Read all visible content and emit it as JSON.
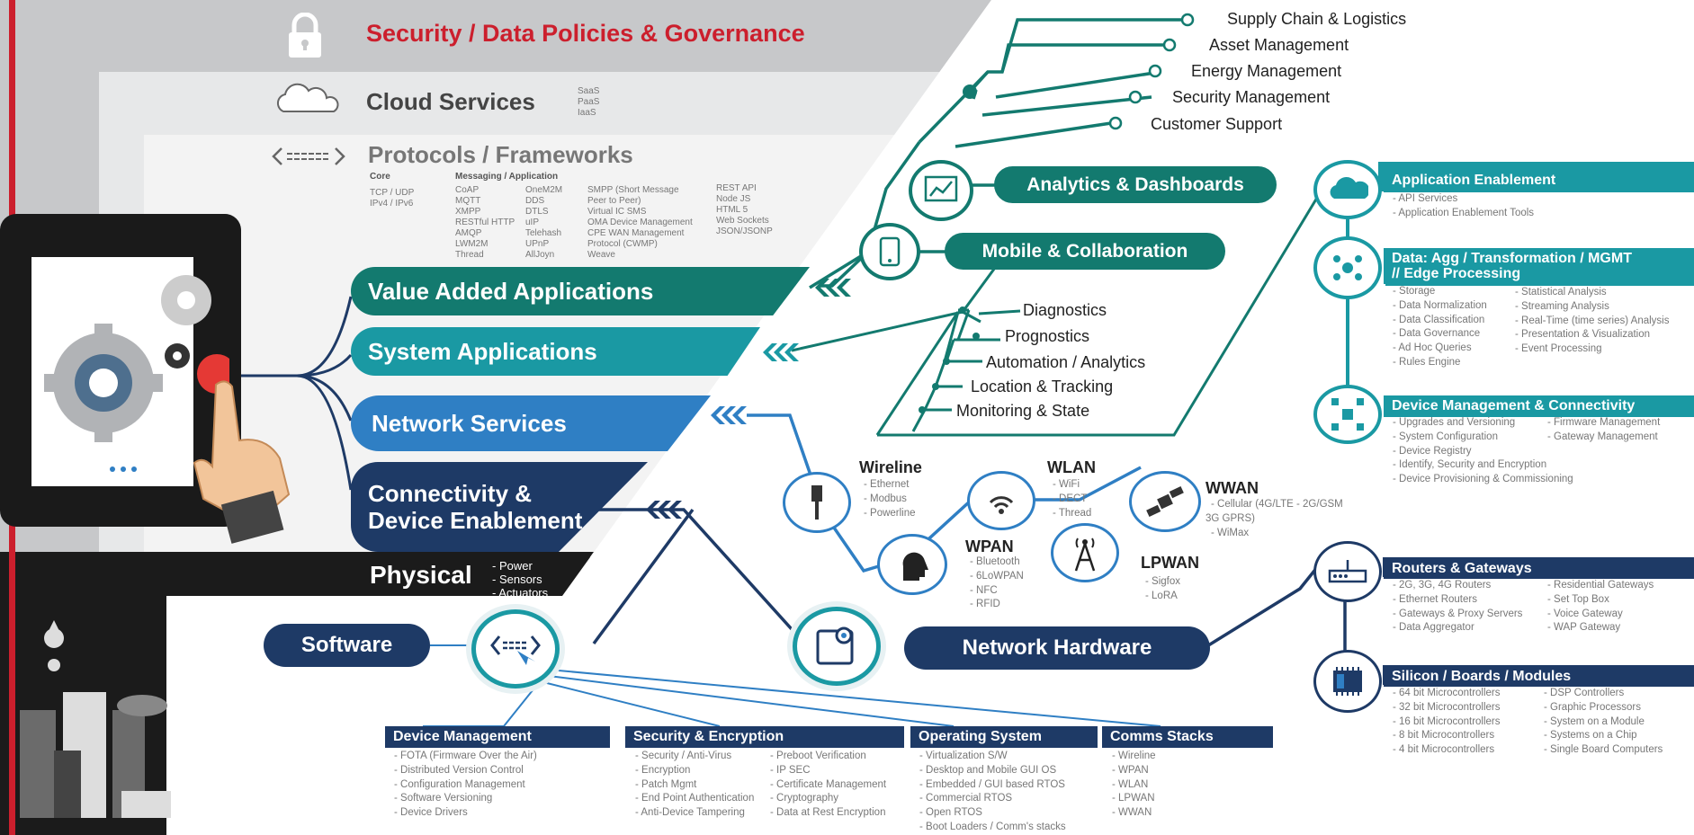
{
  "stack": {
    "security": "Security / Data Policies & Governance",
    "cloud": "Cloud Services",
    "cloud_sub": [
      "SaaS",
      "PaaS",
      "IaaS"
    ],
    "protocols": "Protocols / Frameworks",
    "core_label": "Core",
    "core_items": [
      "TCP / UDP",
      "IPv4 / IPv6"
    ],
    "messaging_label": "Messaging / Application",
    "msg_col1": [
      "CoAP",
      "MQTT",
      "XMPP",
      "RESTful HTTP",
      "AMQP",
      "LWM2M",
      "Thread"
    ],
    "msg_col2": [
      "OneM2M",
      "DDS",
      "DTLS",
      "uIP",
      "Telehash",
      "UPnP",
      "AllJoyn"
    ],
    "msg_col3": [
      "SMPP (Short Message",
      "Peer to Peer)",
      "Virtual IC SMS",
      "OMA Device Management",
      "CPE WAN Management",
      "Protocol (CWMP)",
      "Weave"
    ],
    "msg_col4": [
      "REST API",
      "Node JS",
      "HTML 5",
      "Web Sockets",
      "JSON/JSONP"
    ],
    "value_added": "Value Added Applications",
    "system_apps": "System Applications",
    "network_services": "Network Services",
    "connectivity": "Connectivity &",
    "connectivity2": "Device Enablement",
    "physical": "Physical",
    "physical_items": [
      "- Power",
      "- Sensors",
      "- Actuators"
    ]
  },
  "top_branches": [
    "Supply Chain & Logistics",
    "Asset Management",
    "Energy Management",
    "Security Management",
    "Customer Support"
  ],
  "analytics": "Analytics & Dashboards",
  "mobile": "Mobile & Collaboration",
  "system_list": [
    "Diagnostics",
    "Prognostics",
    "Automation / Analytics",
    "Location & Tracking",
    "Monitoring & State"
  ],
  "app_enablement": {
    "title": "Application Enablement",
    "items": [
      "- API Services",
      "- Application Enablement Tools"
    ]
  },
  "data_agg": {
    "title1": "Data: Agg / Transformation / MGMT",
    "title2": "// Edge Processing",
    "col1": [
      "- Storage",
      "- Data Normalization",
      "- Data Classification",
      "- Data Governance",
      "- Ad Hoc Queries",
      "- Rules Engine"
    ],
    "col2": [
      "- Statistical Analysis",
      "- Streaming Analysis",
      "- Real-Time (time series) Analysis",
      "- Presentation & Visualization",
      "- Event Processing"
    ]
  },
  "device_mgmt_conn": {
    "title": "Device Management & Connectivity",
    "col1": [
      "- Upgrades and Versioning",
      "- System Configuration",
      "- Device Registry",
      "- Identify, Security and Encryption",
      "- Device Provisioning & Commissioning"
    ],
    "col2": [
      "- Firmware Management",
      "- Gateway Management"
    ]
  },
  "wireline": {
    "title": "Wireline",
    "items": [
      "- Ethernet",
      "- Modbus",
      "- Powerline"
    ]
  },
  "wlan": {
    "title": "WLAN",
    "items": [
      "- WiFi",
      "- DECT",
      "- Thread"
    ]
  },
  "wwan": {
    "title": "WWAN",
    "items": [
      "- Cellular (4G/LTE - 2G/GSM",
      "3G GPRS)",
      "- WiMax"
    ]
  },
  "wpan": {
    "title": "WPAN",
    "items": [
      "- Bluetooth",
      "- 6LoWPAN",
      "- NFC",
      "- RFID"
    ]
  },
  "lpwan": {
    "title": "LPWAN",
    "items": [
      "- Sigfox",
      "- LoRA"
    ]
  },
  "software": "Software",
  "network_hardware": "Network Hardware",
  "routers": {
    "title": "Routers & Gateways",
    "col1": [
      "- 2G, 3G, 4G Routers",
      "- Ethernet Routers",
      "- Gateways & Proxy Servers",
      "- Data Aggregator"
    ],
    "col2": [
      "- Residential Gateways",
      "- Set Top Box",
      "- Voice Gateway",
      "- WAP Gateway"
    ]
  },
  "silicon": {
    "title": "Silicon / Boards / Modules",
    "col1": [
      "- 64 bit Microcontrollers",
      "- 32 bit Microcontrollers",
      "- 16 bit Microcontrollers",
      "- 8 bit Microcontrollers",
      "- 4 bit Microcontrollers"
    ],
    "col2": [
      "- DSP Controllers",
      "- Graphic Processors",
      "- System on a Module",
      "- Systems on a Chip",
      "- Single Board Computers"
    ]
  },
  "sw_device_mgmt": {
    "title": "Device Management",
    "items": [
      "- FOTA (Firmware Over the Air)",
      "- Distributed Version Control",
      "- Configuration Management",
      "- Software Versioning",
      "- Device Drivers"
    ]
  },
  "sw_security": {
    "title": "Security & Encryption",
    "col1": [
      "- Security / Anti-Virus",
      "- Encryption",
      "- Patch Mgmt",
      "- End Point Authentication",
      "- Anti-Device Tampering"
    ],
    "col2": [
      "- Preboot Verification",
      "- IP SEC",
      "- Certificate Management",
      "- Cryptography",
      "- Data at Rest Encryption"
    ]
  },
  "sw_os": {
    "title": "Operating System",
    "items": [
      "- Virtualization S/W",
      "- Desktop and Mobile GUI OS",
      "- Embedded / GUI based RTOS",
      "- Commercial RTOS",
      "- Open RTOS",
      "- Boot Loaders / Comm's stacks"
    ]
  },
  "sw_comms": {
    "title": "Comms Stacks",
    "items": [
      "- Wireline",
      "- WPAN",
      "- WLAN",
      "- LPWAN",
      "- WWAN"
    ]
  },
  "colors": {
    "teal_dark": "#137a6f",
    "teal": "#1a99a3",
    "blue": "#2f7fc4",
    "navy": "#1e3a66",
    "red": "#cc1f2d",
    "gray": "#c9cbcd"
  }
}
